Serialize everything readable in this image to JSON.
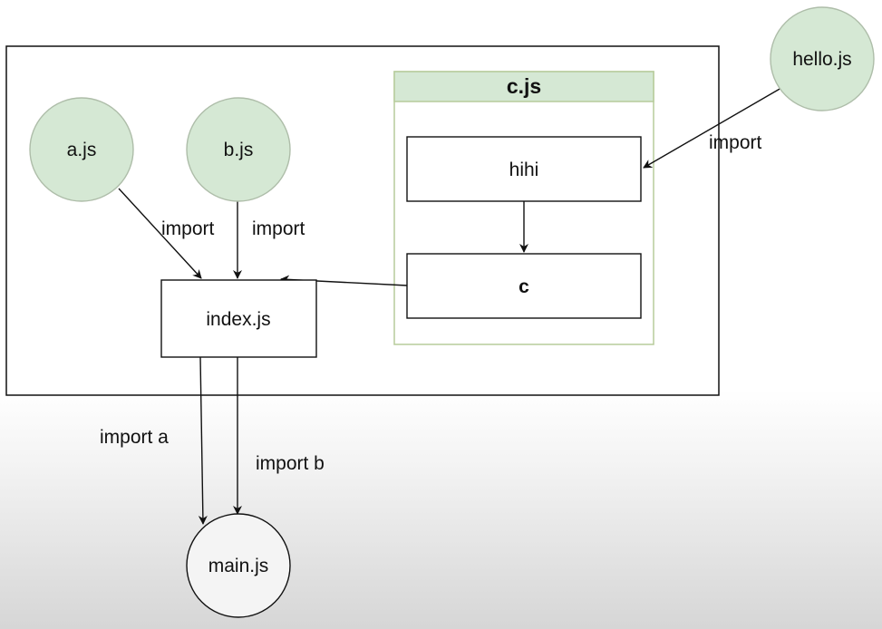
{
  "colors": {
    "circle_fill": "#d5e8d4",
    "circle_stroke": "#aebda9",
    "group_border": "#b7cc9b",
    "group_header_fill": "#d5e8d4",
    "stroke": "#111111",
    "main_fill": "#f4f4f4"
  },
  "nodes": {
    "a": "a.js",
    "b": "b.js",
    "hello": "hello.js",
    "index": "index.js",
    "main": "main.js",
    "hihi": "hihi",
    "c": "c"
  },
  "container": {
    "title": "c.js"
  },
  "edges": {
    "a_to_index": "import",
    "b_to_index": "import",
    "hello_to_hihi": "import",
    "index_to_main_a": "import a",
    "index_to_main_b": "import b"
  }
}
